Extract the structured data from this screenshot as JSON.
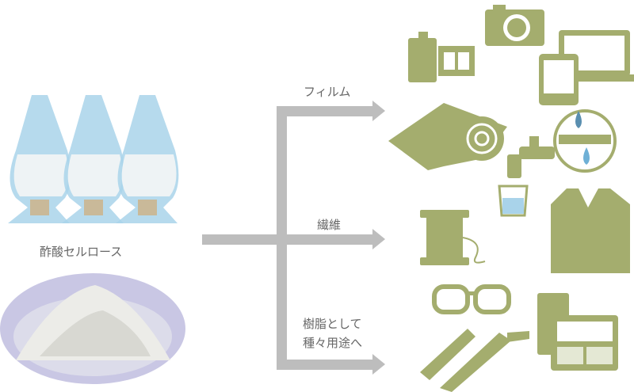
{
  "source": {
    "label": "酢酸セルロース"
  },
  "branches": [
    {
      "label": "フィルム"
    },
    {
      "label": "繊維"
    },
    {
      "label_line1": "樹脂として",
      "label_line2": "種々用途へ"
    }
  ],
  "colors": {
    "arrow": "#bdbdbd",
    "icon": "#a4ad6e",
    "text": "#666666",
    "flask": "#a9d3ea"
  }
}
